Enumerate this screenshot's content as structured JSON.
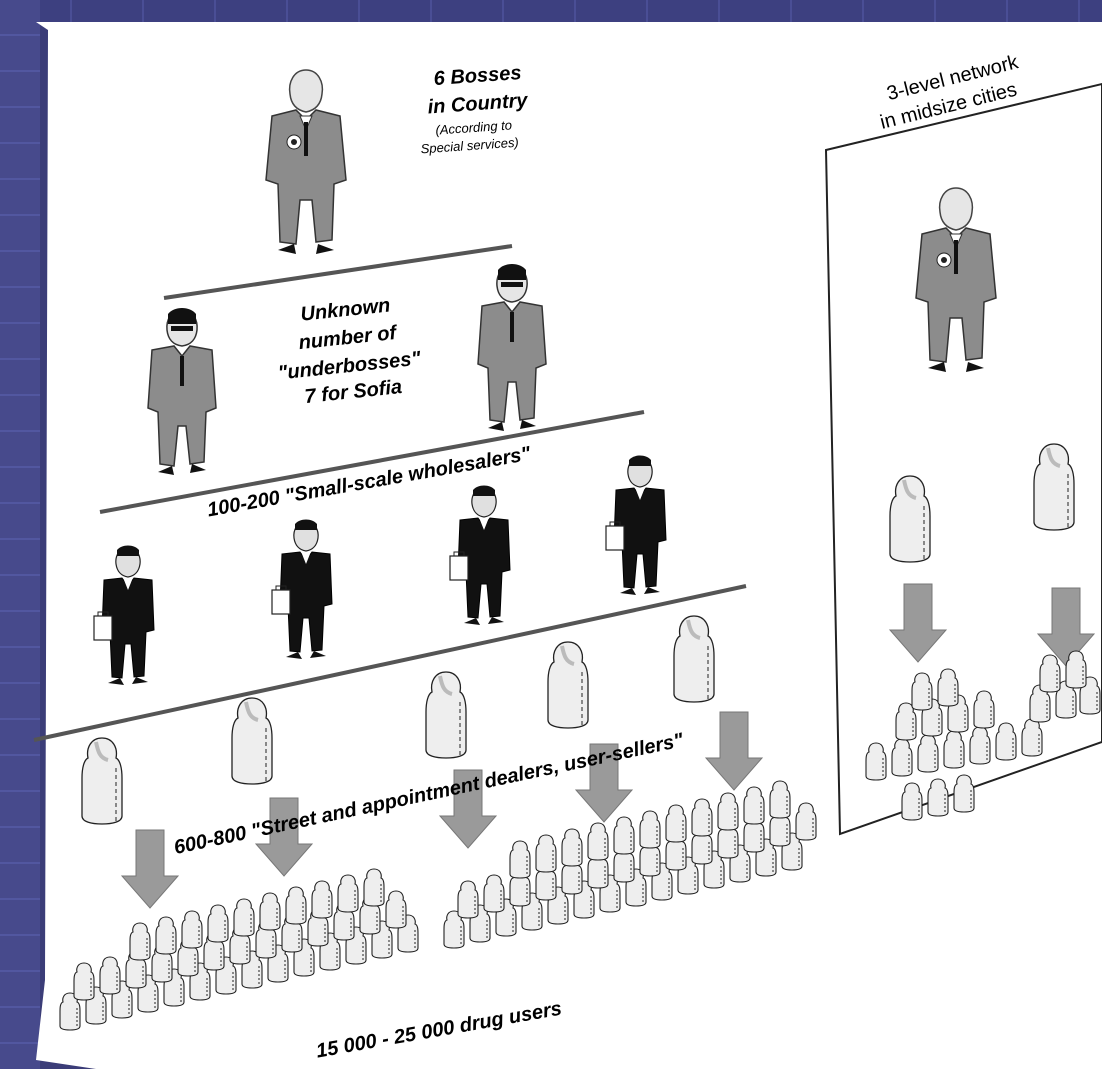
{
  "bosses": {
    "line1": "6 Bosses",
    "line2": "in Country",
    "note1": "(According to",
    "note2": "Special services)"
  },
  "underbosses": {
    "line1": "Unknown",
    "line2": "number of",
    "line3": "\"underbosses\"",
    "line4": "7 for Sofia"
  },
  "wholesalers": "100-200 \"Small-scale wholesalers\"",
  "dealers": "600-800 \"Street and appointment dealers, user-sellers\"",
  "users": "15 000 - 25 000 drug users",
  "midsize": {
    "line1": "3-level network",
    "line2": "in midsize cities"
  },
  "colors": {
    "background": "#3b3d78",
    "panel": "#ffffff",
    "suit_gray": "#8c8c8c",
    "suit_black": "#111111",
    "user_fill": "#eeeeee",
    "arrow": "#9a9a9a"
  }
}
